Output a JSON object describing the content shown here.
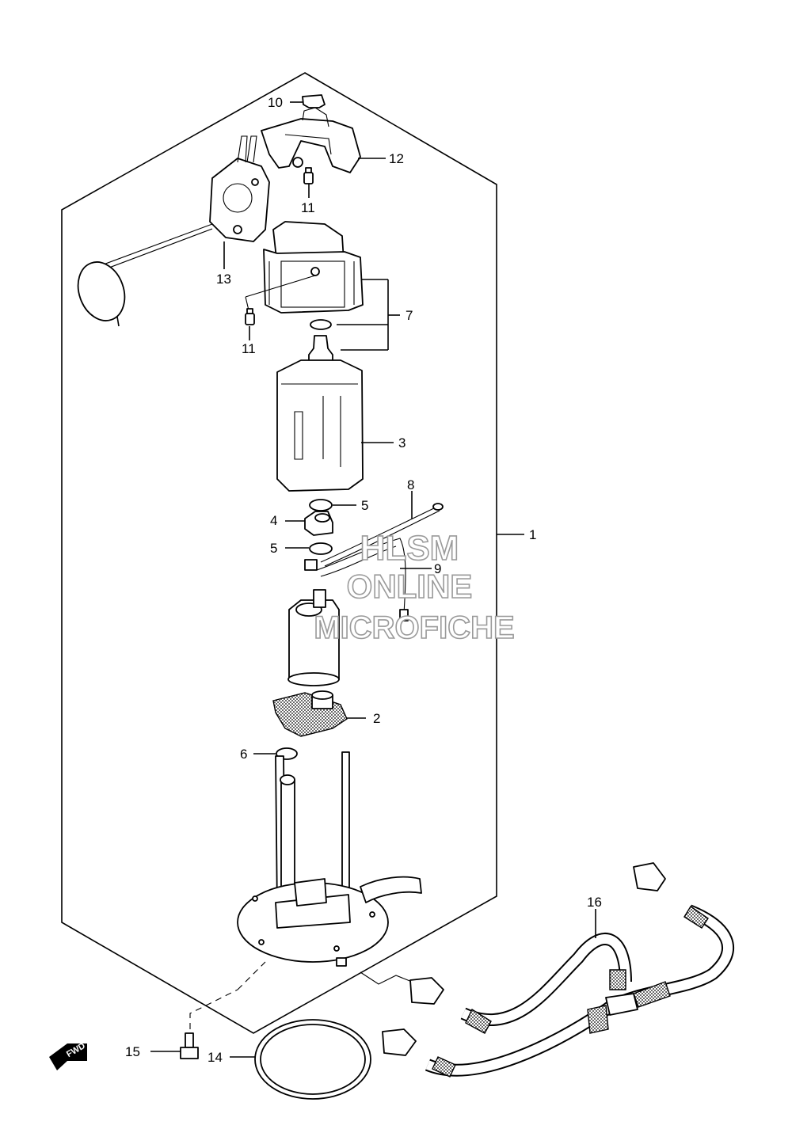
{
  "callouts": [
    {
      "id": "c1",
      "text": "1"
    },
    {
      "id": "c2",
      "text": "2"
    },
    {
      "id": "c3",
      "text": "3"
    },
    {
      "id": "c4",
      "text": "4"
    },
    {
      "id": "c5a",
      "text": "5"
    },
    {
      "id": "c5b",
      "text": "5"
    },
    {
      "id": "c6",
      "text": "6"
    },
    {
      "id": "c7",
      "text": "7"
    },
    {
      "id": "c8",
      "text": "8"
    },
    {
      "id": "c9",
      "text": "9"
    },
    {
      "id": "c10",
      "text": "10"
    },
    {
      "id": "c11a",
      "text": "11"
    },
    {
      "id": "c11b",
      "text": "11"
    },
    {
      "id": "c12",
      "text": "12"
    },
    {
      "id": "c13",
      "text": "13"
    },
    {
      "id": "c14",
      "text": "14"
    },
    {
      "id": "c15",
      "text": "15"
    },
    {
      "id": "c16",
      "text": "16"
    }
  ],
  "watermark": {
    "line1": "HLSM",
    "line2": "ONLINE",
    "line3": "MICROFICHE"
  },
  "fwd_label": "FWD"
}
